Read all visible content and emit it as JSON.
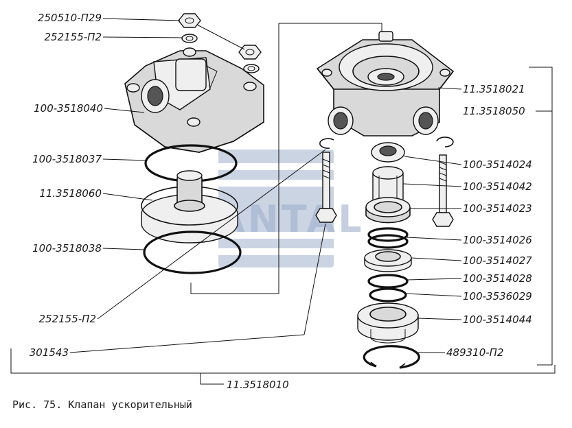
{
  "labels": {
    "l1": "250510-П29",
    "l2": "252155-П2",
    "l3": "100-3518040",
    "l4": "100-3518037",
    "l5": "11.3518060",
    "l6": "100-3518038",
    "l7": "252155-П2",
    "l8": "301543",
    "r1": "11.3518021",
    "r2": "11.3518050",
    "r3": "100-3514024",
    "r4": "100-3514042",
    "r5": "100-3514023",
    "r6": "100-3514026",
    "r7": "100-3514027",
    "r8": "100-3514028",
    "r9": "100-3536029",
    "r10": "100-3514044",
    "r11": "489310-П2",
    "assembly": "11.3518010"
  },
  "caption": "Рис. 75. Клапан ускорительный",
  "watermark": {
    "text": "SANTAL",
    "color": "#9fb0cc"
  }
}
